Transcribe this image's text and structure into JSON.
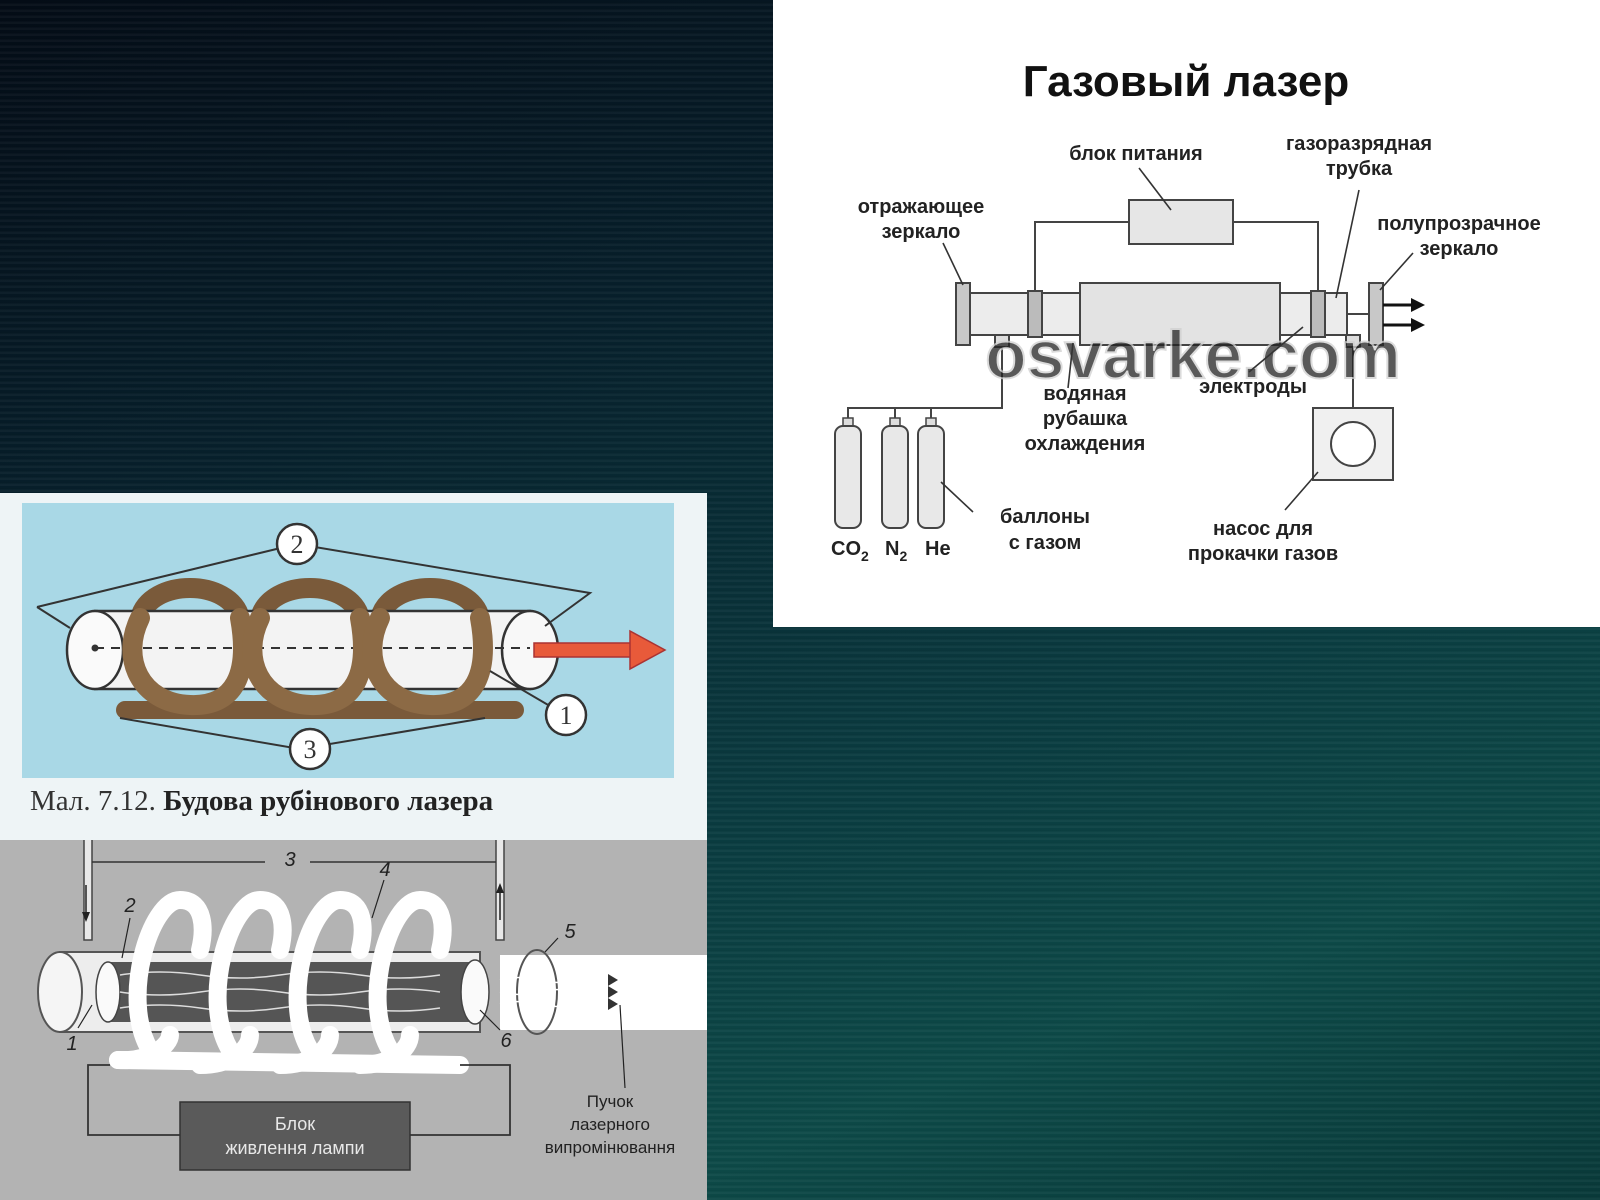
{
  "gas_laser": {
    "title": "Газовый лазер",
    "labels": {
      "power_supply": "блок питания",
      "discharge_tube_1": "газоразрядная",
      "discharge_tube_2": "трубка",
      "reflect_mirror_1": "отражающее",
      "reflect_mirror_2": "зеркало",
      "semi_mirror_1": "полупрозрачное",
      "semi_mirror_2": "зеркало",
      "water_jacket_1": "водяная",
      "water_jacket_2": "рубашка",
      "water_jacket_3": "охлаждения",
      "electrodes": "электроды",
      "cylinders_1": "баллоны",
      "cylinders_2": "с газом",
      "pump_1": "насос для",
      "pump_2": "прокачки газов",
      "gas_co2": "CO",
      "gas_co2_sub": "2",
      "gas_n2": "N",
      "gas_n2_sub": "2",
      "gas_he": "He"
    },
    "watermark": "osvarke.com"
  },
  "ruby_laser": {
    "caption_prefix": "Мал. 7.12.",
    "caption_bold": "Будова рубінового лазера",
    "markers": [
      "2",
      "3",
      "1"
    ]
  },
  "pumped_laser": {
    "numbers": [
      "3",
      "4",
      "2",
      "5",
      "1",
      "6"
    ],
    "power_block_1": "Блок",
    "power_block_2": "живлення лампи",
    "beam_1": "Пучок",
    "beam_2": "лазерного",
    "beam_3": "випромінювання"
  }
}
